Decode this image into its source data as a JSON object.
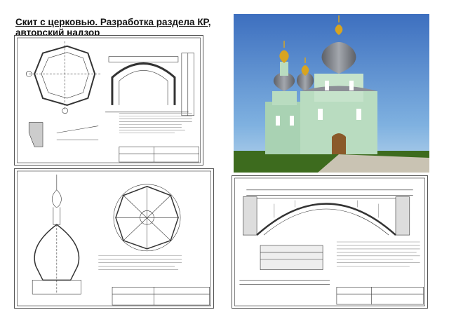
{
  "page": {
    "title_line1": "Скит с церковью. Разработка раздела КР,",
    "title_line2": "авторский надзор"
  },
  "images": [
    {
      "id": "drawing-dome-plan",
      "kind": "engineering-drawing"
    },
    {
      "id": "church-render",
      "kind": "3d-render"
    },
    {
      "id": "drawing-cupola",
      "kind": "engineering-drawing"
    },
    {
      "id": "drawing-arch-reinforcement",
      "kind": "engineering-drawing"
    }
  ],
  "colors": {
    "sky": "#5a8fd0",
    "grass": "#3d6b1e",
    "walls": "#b9dcc0",
    "domes": "#8c8f96",
    "gold": "#d8a420"
  }
}
